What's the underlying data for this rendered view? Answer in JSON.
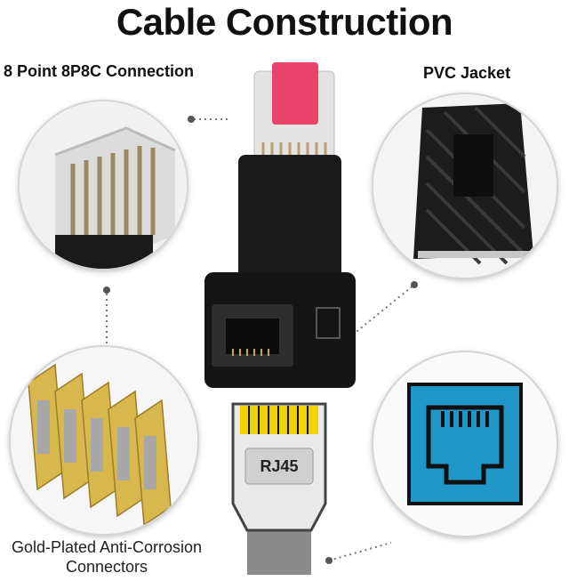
{
  "title": "Cable Construction",
  "labels": {
    "connection": "8 Point 8P8C Connection",
    "jacket": "PVC Jacket",
    "gold_line1": "Gold-Plated Anti-Corrosion",
    "gold_line2": "Connectors"
  },
  "plug_text": "RJ45",
  "colors": {
    "background": "#ffffff",
    "adapter_body": "#1a1a1a",
    "plug_tab": "#e8436b",
    "gold": "#d8b84c",
    "port_blue": "#2196c8",
    "jack_yellow": "#f2d200"
  }
}
